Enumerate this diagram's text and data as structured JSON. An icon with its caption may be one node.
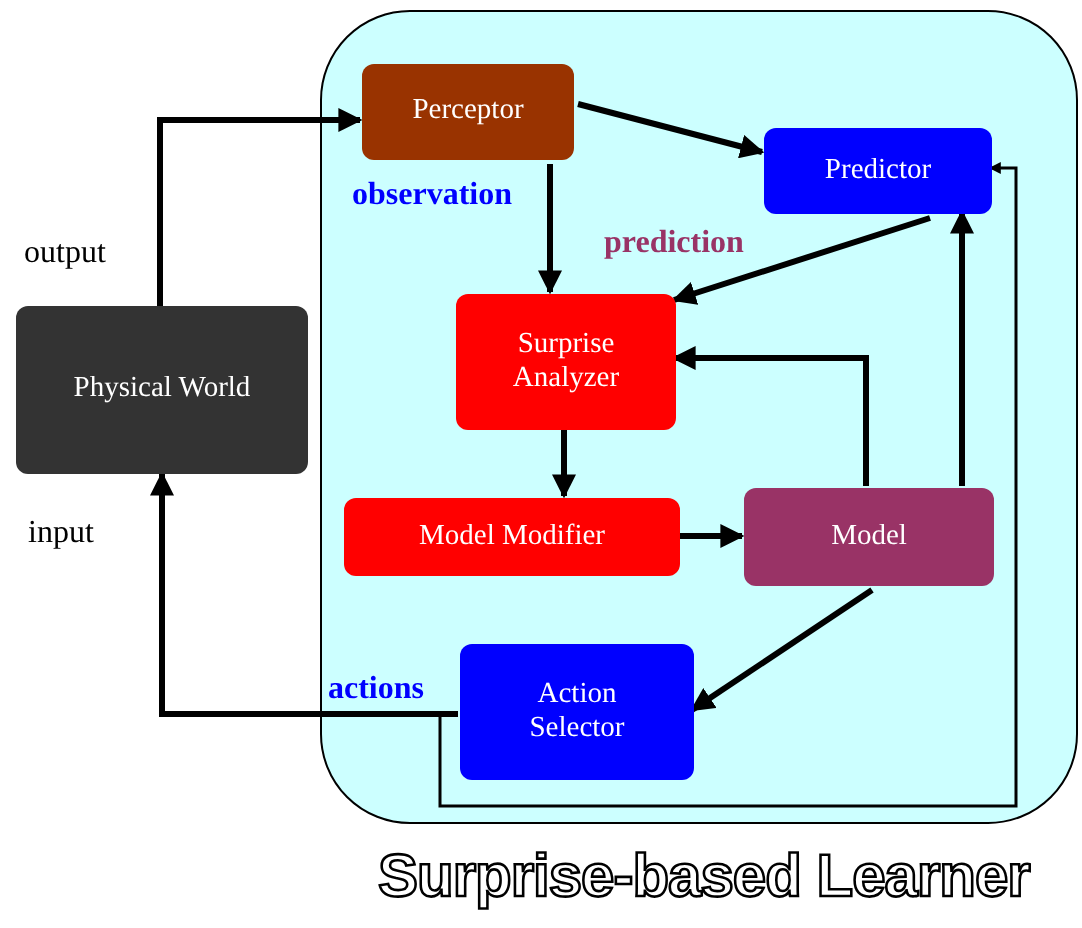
{
  "diagram": {
    "nodes": [
      {
        "text": [
          "Surprise-based Learner"
        ]
      },
      {
        "text": [
          "Physical World"
        ]
      },
      {
        "text": [
          "Perceptor"
        ],
        "in": 0
      },
      {
        "text": [
          "Predictor"
        ],
        "in": 0
      },
      {
        "text": [
          "Surprise Analyzer"
        ],
        "in": 0
      },
      {
        "text": [
          "Model Modifier"
        ],
        "in": 0
      },
      {
        "text": [
          "Model"
        ],
        "in": 0
      },
      {
        "text": [
          "Action Selector"
        ],
        "in": 0
      }
    ],
    "edges": [
      {
        "from": 1,
        "to": 2,
        "arrow": "to",
        "label": "output"
      },
      {
        "from": 2,
        "to": 3,
        "arrow": "to"
      },
      {
        "from": 2,
        "to": 4,
        "arrow": "to",
        "label": "observation"
      },
      {
        "from": 3,
        "to": 4,
        "arrow": "to",
        "label": "prediction"
      },
      {
        "from": 6,
        "to": 4,
        "arrow": "to"
      },
      {
        "from": 6,
        "to": 3,
        "arrow": "to"
      },
      {
        "from": 4,
        "to": 5,
        "arrow": "to"
      },
      {
        "from": 5,
        "to": 6,
        "arrow": "to"
      },
      {
        "from": 6,
        "to": 7,
        "arrow": "to"
      },
      {
        "from": 7,
        "to": 1,
        "arrow": "to",
        "label": "actions"
      },
      {
        "from": 7,
        "to": 3,
        "arrow": "to"
      }
    ],
    "labels": [
      "input"
    ]
  }
}
